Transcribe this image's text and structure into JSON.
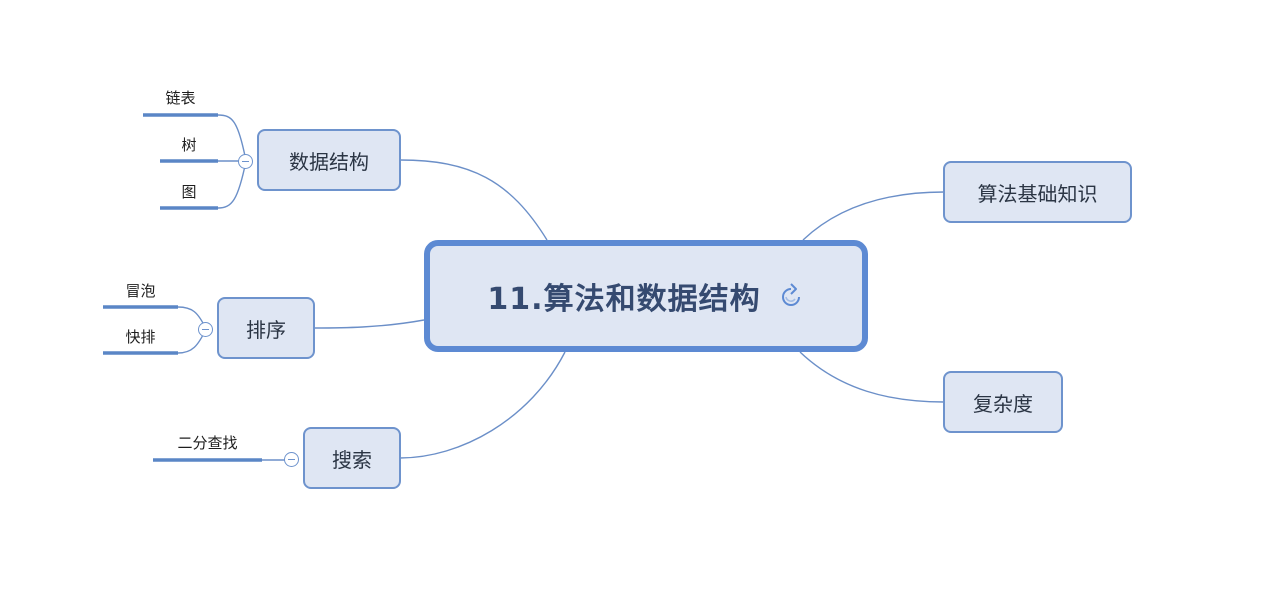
{
  "mindmap": {
    "central": {
      "label": "11.算法和数据结构",
      "icon": "refresh-icon"
    },
    "branches": {
      "data_structures": {
        "label": "数据结构",
        "children": [
          "链表",
          "树",
          "图"
        ]
      },
      "sorting": {
        "label": "排序",
        "children": [
          "冒泡",
          "快排"
        ]
      },
      "search": {
        "label": "搜索",
        "children": [
          "二分查找"
        ]
      },
      "algorithm_basics": {
        "label": "算法基础知识"
      },
      "complexity": {
        "label": "复杂度"
      }
    }
  },
  "colors": {
    "node_fill": "#dfe6f3",
    "node_border": "#6e93cd",
    "central_border": "#5d8ad3",
    "connector": "#6b8fc8",
    "leaf_underline": "#5a86c6"
  }
}
